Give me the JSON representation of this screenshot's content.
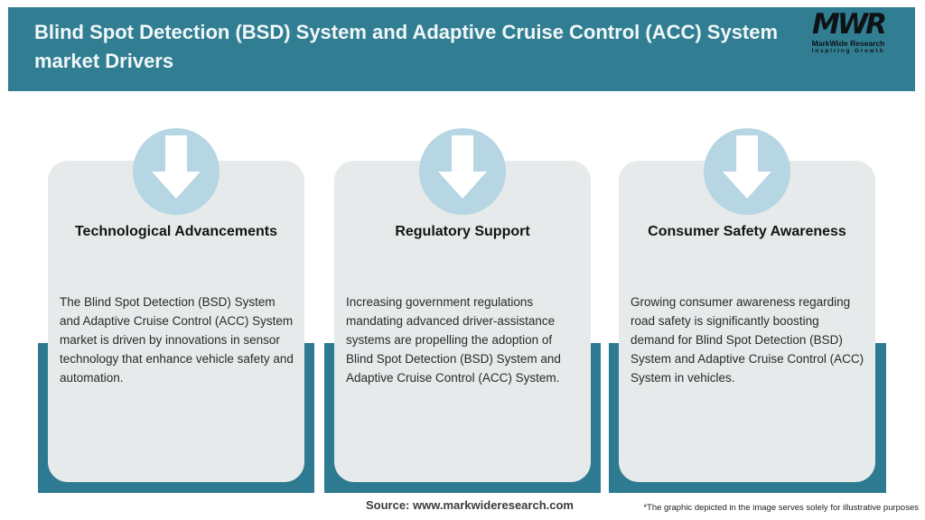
{
  "header": {
    "title_line1": "Blind Spot Detection (BSD) System and Adaptive Cruise Control (ACC) System",
    "title_line2": "market Drivers",
    "logo": {
      "acronym": "MWR",
      "name": "MarkWide Research",
      "tagline": "Inspiring Growth"
    }
  },
  "cards": [
    {
      "title": "Technological Advancements",
      "description": "The Blind Spot Detection (BSD) System and Adaptive Cruise Control (ACC) System market is driven by innovations in sensor technology that enhance vehicle safety and automation.",
      "icon": "down-arrow-icon"
    },
    {
      "title": "Regulatory Support",
      "description": "Increasing government regulations mandating advanced driver-assistance systems are propelling the adoption of Blind Spot Detection (BSD) System and Adaptive Cruise Control (ACC) System.",
      "icon": "down-arrow-icon"
    },
    {
      "title": "Consumer Safety Awareness",
      "description": "Growing consumer awareness regarding road safety is significantly boosting demand for Blind Spot Detection (BSD) System and Adaptive Cruise Control (ACC) System in vehicles.",
      "icon": "down-arrow-icon"
    }
  ],
  "footer": {
    "source": "Source: www.markwideresearch.com",
    "disclaimer": "*The graphic depicted in the image serves solely for illustrative purposes"
  },
  "colors": {
    "teal": "#317E93",
    "shadow_teal": "#2E7A90",
    "card_bg": "#E6EAEB",
    "circle": "#B5D6E2",
    "arrow": "#FFFFFF"
  }
}
